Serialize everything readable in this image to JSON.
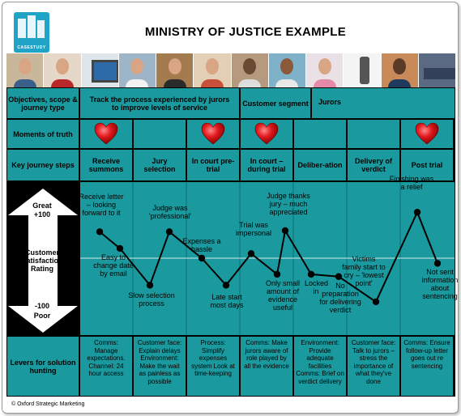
{
  "title": "MINISTRY OF JUSTICE EXAMPLE",
  "logo_caption": "CASESTUDY",
  "footer": "© Oxford Strategic Marketing",
  "row_headers": {
    "objectives": "Objectives, scope & journey type",
    "moments": "Moments of truth",
    "steps": "Key journey steps",
    "rating": "Customer Satisfaction Rating",
    "levers": "Levers for solution hunting"
  },
  "objective_text": "Track the process experienced by jurors to improve levels of service",
  "segment_label": "Customer segment",
  "segment_value": "Jurors",
  "scale": {
    "top": "Great +100",
    "top_a": "Great",
    "top_b": "+100",
    "bottom_a": "-100",
    "bottom_b": "Poor"
  },
  "steps": [
    {
      "name": "Receive summons",
      "heart": true,
      "lever": "Comms: Manage expectations. Channel: 24 hour access"
    },
    {
      "name": "Jury selection",
      "heart": false,
      "lever": "Customer face: Explain delays Environment: Make the wait as painless as possible"
    },
    {
      "name": "In court pre-trial",
      "heart": true,
      "lever": "Process: Simplify expenses system Look at time-keeping"
    },
    {
      "name": "In court – during trial",
      "heart": true,
      "lever": "Comms: Make jurors aware of role played by all the evidence"
    },
    {
      "name": "Deliber-ation",
      "heart": false,
      "lever": "Environment: Provide adequate facilities Comms: Brief on verdict delivery"
    },
    {
      "name": "Delivery of verdict",
      "heart": false,
      "lever": "Customer face: Talk to jurors – stress the importance of what they've done"
    },
    {
      "name": "Post trial",
      "heart": true,
      "lever": "Comms: Ensure follow-up letter goes out re sentencing"
    }
  ],
  "journey_points": [
    {
      "label": "Receive letter – looking forward to it",
      "rating": 46
    },
    {
      "label": "Easy to change date by email",
      "rating": 17
    },
    {
      "label": "Slow selection process",
      "rating": -47
    },
    {
      "label": "Judge was 'professional'",
      "rating": 46
    },
    {
      "label": "Expenses a hassle",
      "rating": 0
    },
    {
      "label": "Late start most days",
      "rating": -47
    },
    {
      "label": "Trial was impersonal",
      "rating": 8
    },
    {
      "label": "Only small amount of evidence useful",
      "rating": -28
    },
    {
      "label": "Judge thanks jury – much appreciated",
      "rating": 48
    },
    {
      "label": "Locked in",
      "rating": -28
    },
    {
      "label": "No preparation for delivering verdict",
      "rating": -32
    },
    {
      "label": "Victims family start to cry – 'lowest point'",
      "rating": -76
    },
    {
      "label": "Finishing was a relief",
      "rating": 80
    },
    {
      "label": "Not sent information about sentencing",
      "rating": -9
    }
  ]
}
